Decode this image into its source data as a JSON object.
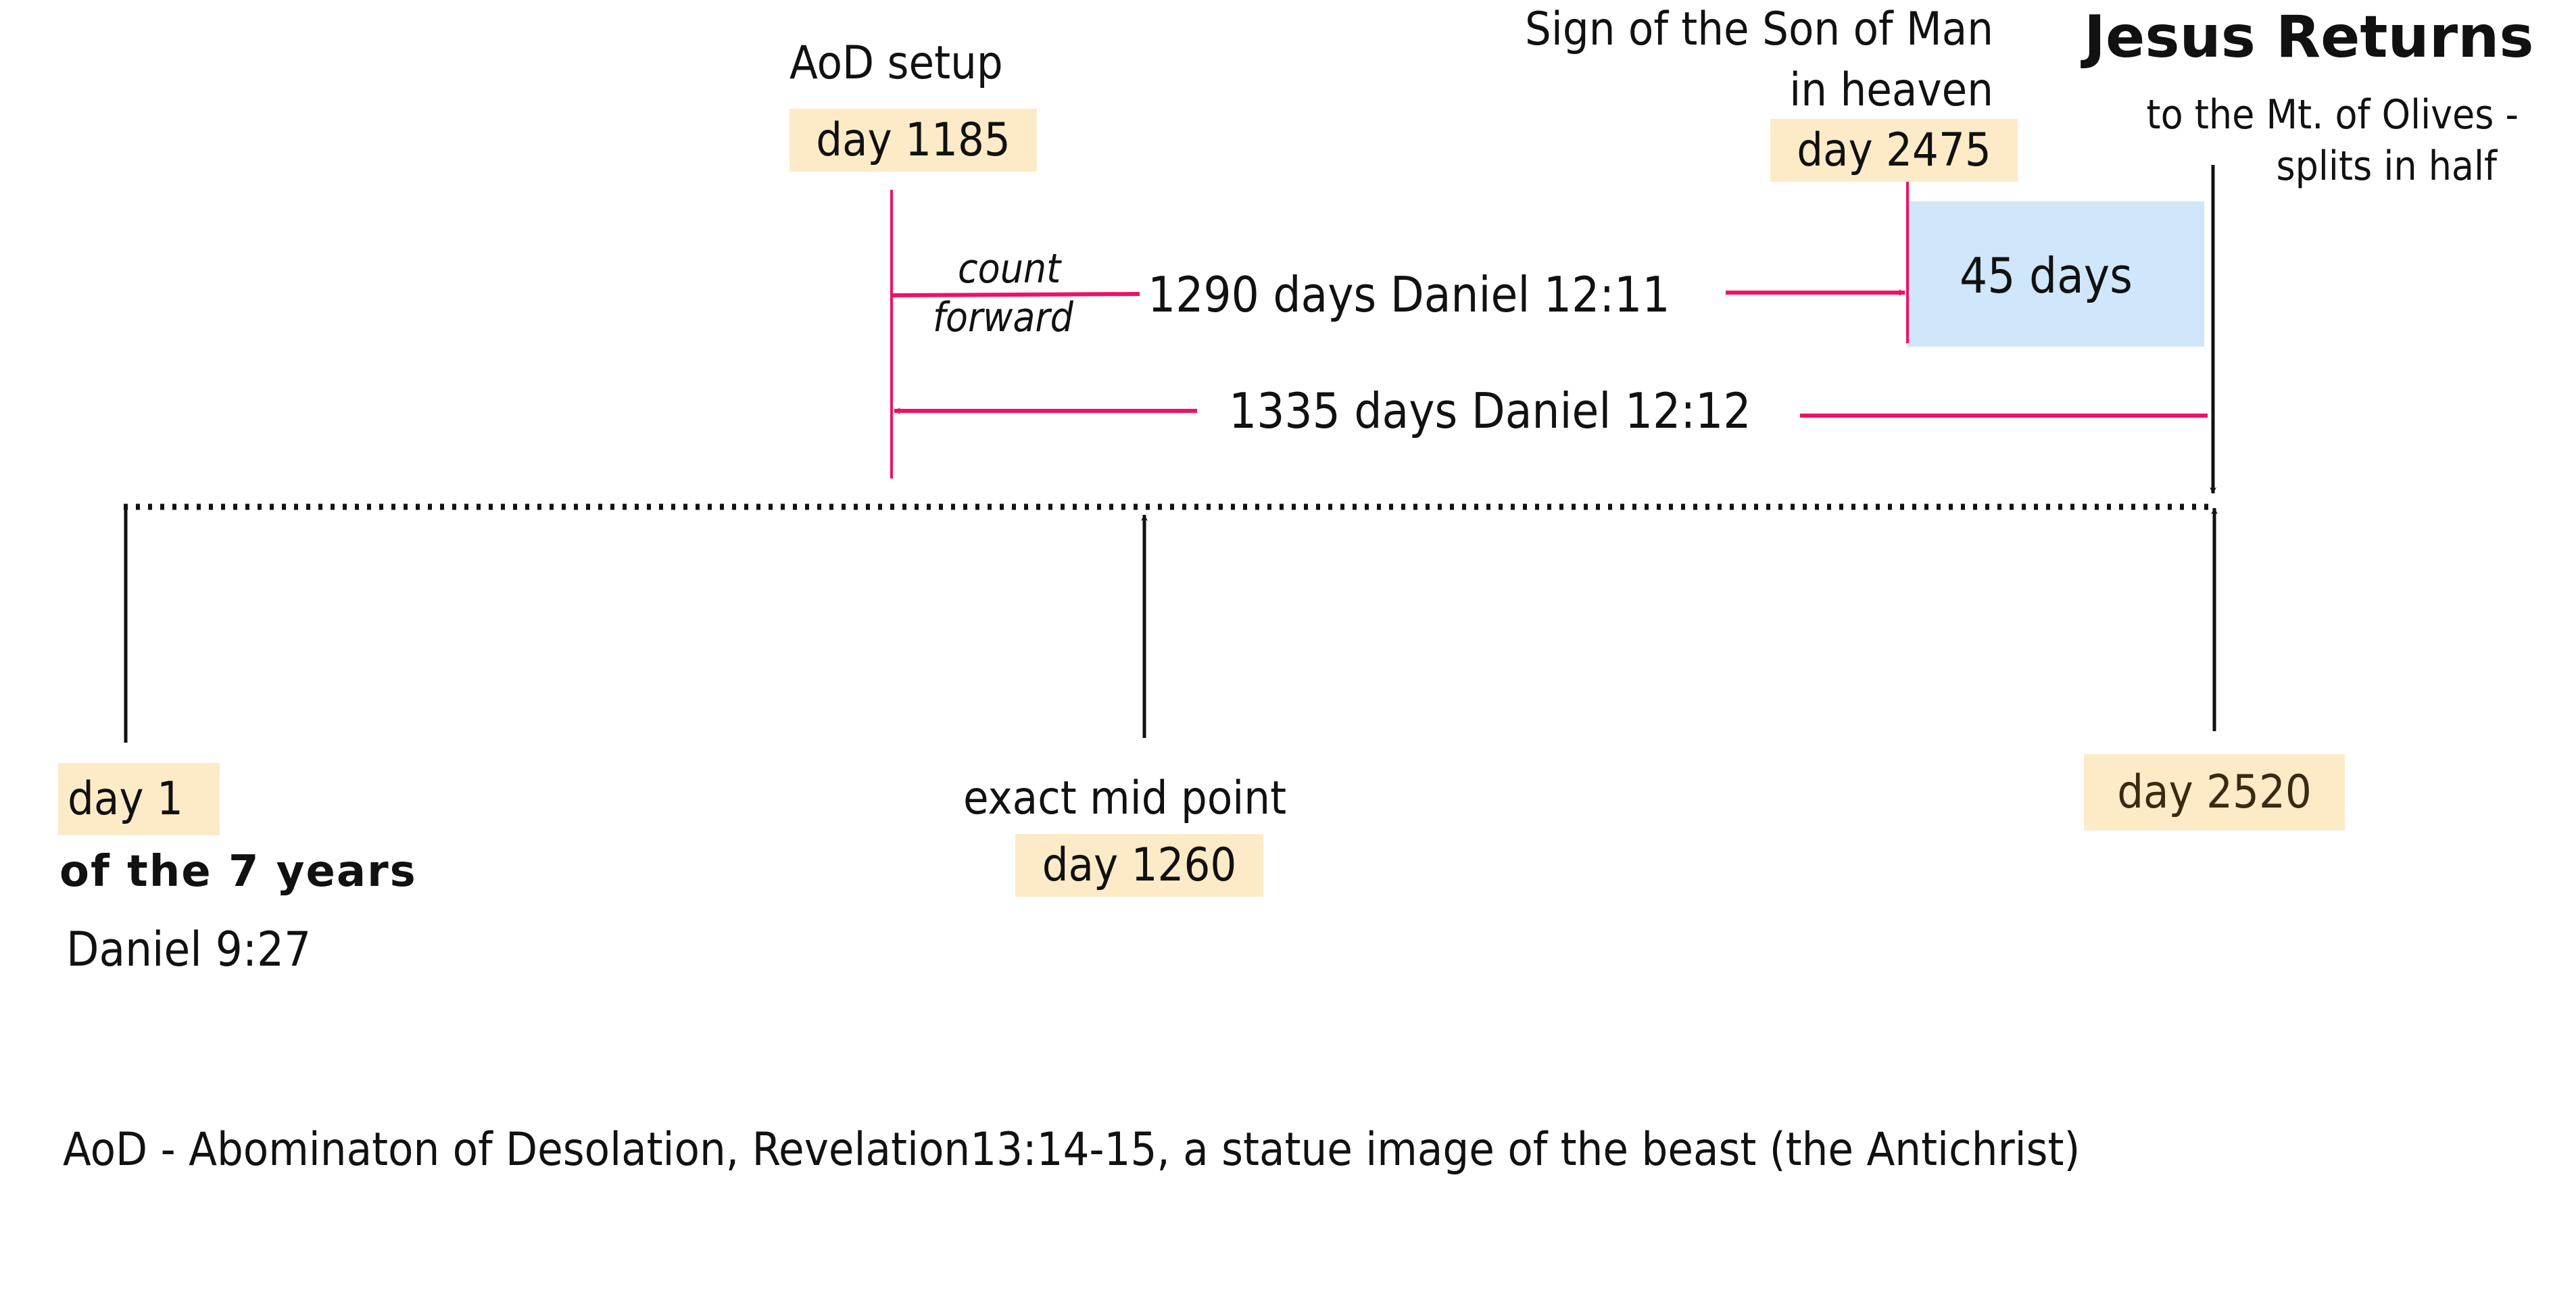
{
  "colors": {
    "accent_pink": "#ee1166",
    "label_bg": "#fdebc8",
    "period_bg": "#cfe6fb",
    "line": "#111111"
  },
  "top_labels": {
    "aod_setup": "AoD setup",
    "aod_day": "day 1185",
    "sign_line1": "Sign of the Son of Man",
    "sign_line2": "in heaven",
    "sign_day": "day 2475",
    "jesus_title": "Jesus Returns",
    "jesus_line1": "to the Mt. of Olives -",
    "jesus_line2": "splits in half"
  },
  "spans": {
    "count": "count",
    "forward": "forward",
    "span_1290": "1290 days Daniel 12:11",
    "span_45": "45 days",
    "span_1335": "1335 days Daniel 12:12"
  },
  "bottom_labels": {
    "day1": "day 1",
    "day1_sub": "of the 7 years",
    "day1_ref": "Daniel 9:27",
    "mid_label": "exact mid point",
    "mid_day": "day 1260",
    "end_day": "day 2520"
  },
  "footnote": "AoD - Abominaton of Desolation, Revelation13:14-15, a statue image of the beast (the Antichrist)"
}
